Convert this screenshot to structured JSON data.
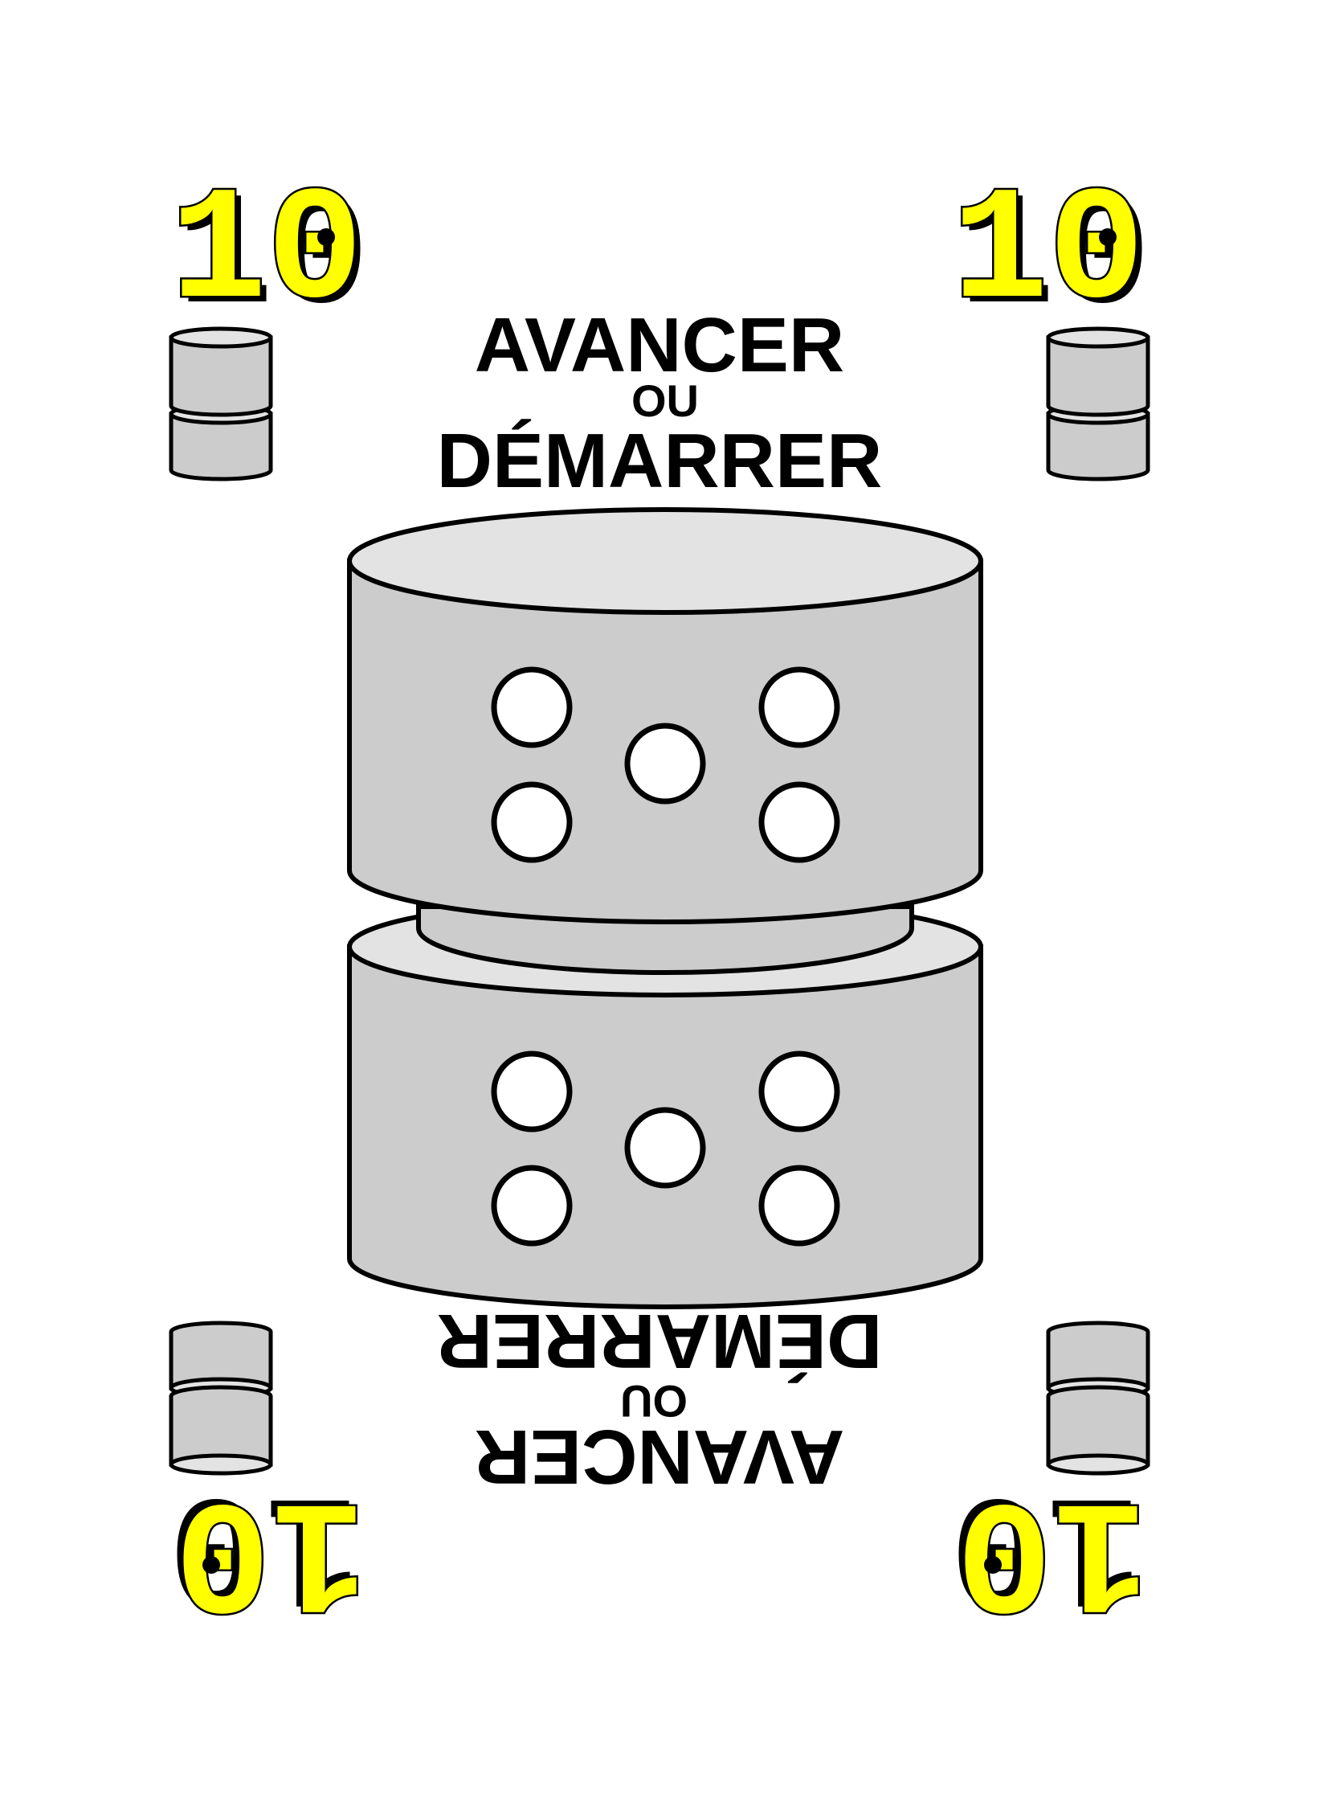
{
  "card": {
    "value": "10",
    "title_line1": "AVANCER",
    "title_line2": "OU",
    "title_line3": "DÉMARRER",
    "number_color": "#ffff00",
    "dice_body_color": "#cccccc",
    "dice_top_color": "#e3e3e3",
    "pip_color": "#ffffff",
    "pips_per_die": 5
  }
}
